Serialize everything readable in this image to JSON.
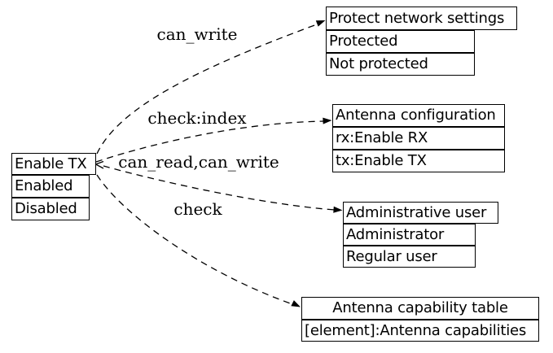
{
  "nodes": {
    "enable_tx": {
      "title": "Enable TX",
      "rows": [
        "Enabled",
        "Disabled"
      ]
    },
    "protect_network_settings": {
      "title": "Protect network settings",
      "rows": [
        "Protected",
        "Not protected"
      ]
    },
    "antenna_configuration": {
      "title": "Antenna configuration",
      "rows": [
        "rx:Enable RX",
        "tx:Enable TX"
      ]
    },
    "administrative_user": {
      "title": "Administrative user",
      "rows": [
        "Administrator",
        "Regular user"
      ]
    },
    "antenna_capability_table": {
      "title": "Antenna capability table",
      "rows": [
        "[element]:Antenna capabilities"
      ]
    }
  },
  "edges": [
    {
      "label": "can_write",
      "from": "Enable TX",
      "to": "Protect network settings",
      "style": "dashed"
    },
    {
      "label": "check:index",
      "from": "Enable TX",
      "to": "Antenna configuration",
      "style": "dashed"
    },
    {
      "label": "can_read,can_write",
      "from": "Administrative user",
      "to": "Enable TX",
      "style": "dashed"
    },
    {
      "label": "check",
      "from": "Enable TX",
      "to": "Administrative user",
      "style": "dashed"
    },
    {
      "label": "",
      "from": "Enable TX",
      "to": "Antenna capability table",
      "style": "dashed"
    }
  ],
  "colors": {
    "line": "#000000",
    "background": "#ffffff",
    "text": "#000000"
  }
}
